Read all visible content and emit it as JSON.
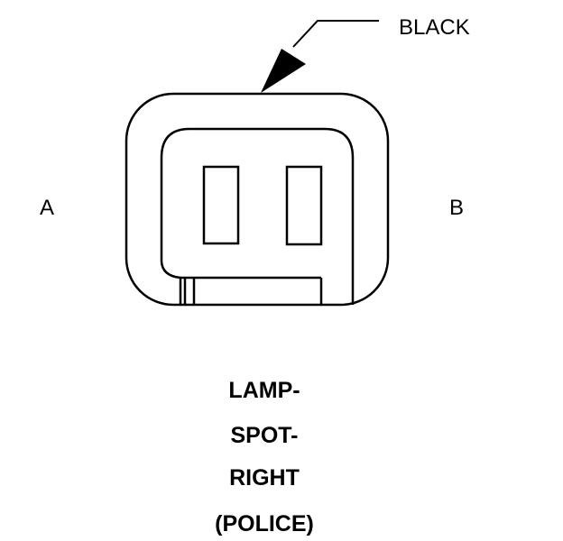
{
  "connector": {
    "color_label": "BLACK",
    "pin_labels": {
      "left": "A",
      "right": "B"
    }
  },
  "caption": {
    "lines": [
      "LAMP-",
      "SPOT-",
      "RIGHT",
      "(POLICE)"
    ]
  },
  "colors": {
    "ink": "#000000",
    "background": "#ffffff"
  }
}
